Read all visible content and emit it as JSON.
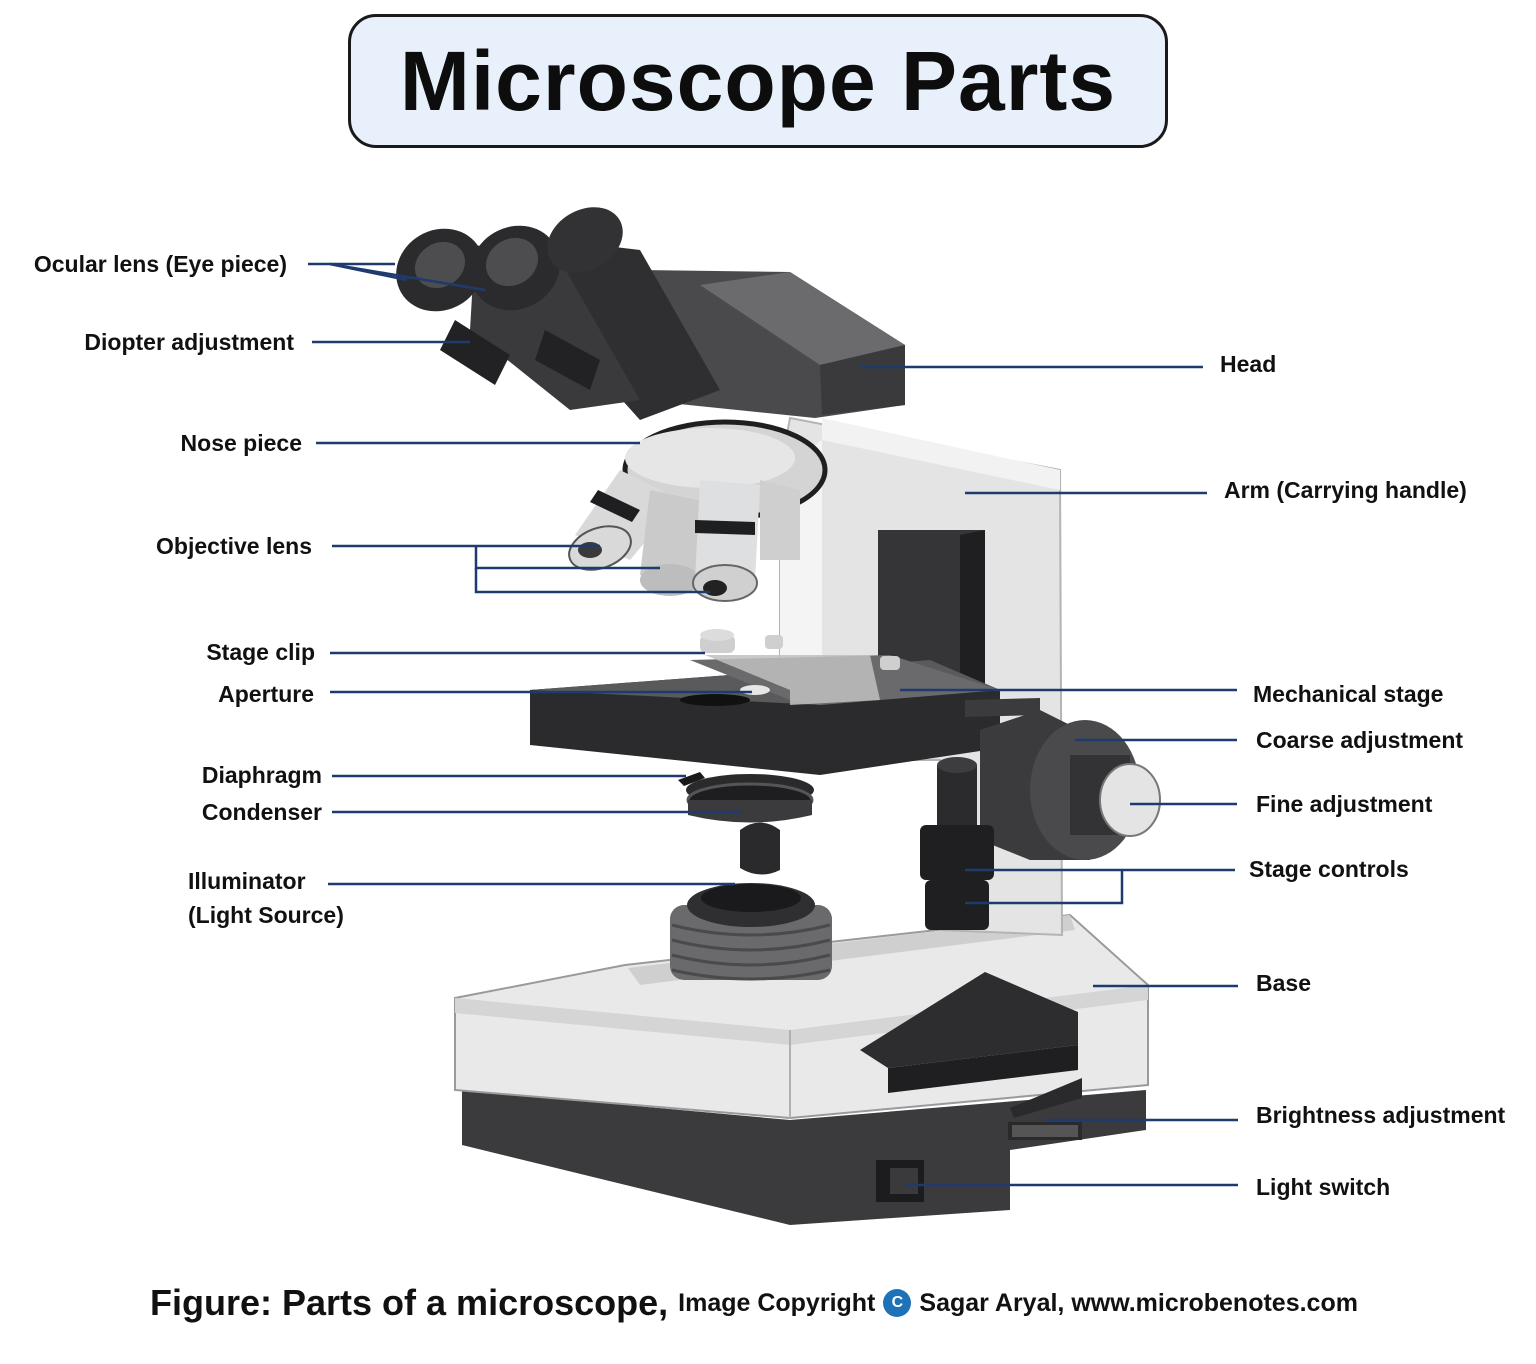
{
  "title": "Microscope Parts",
  "labels": {
    "ocular_lens": "Ocular lens (Eye piece)",
    "diopter_adjustment": "Diopter adjustment",
    "nose_piece": "Nose piece",
    "objective_lens": "Objective lens",
    "stage_clip": "Stage clip",
    "aperture": "Aperture",
    "diaphragm": "Diaphragm",
    "condenser": "Condenser",
    "illuminator_line1": "Illuminator",
    "illuminator_line2": "(Light Source)",
    "head": "Head",
    "arm": "Arm (Carrying handle)",
    "mechanical_stage": "Mechanical stage",
    "coarse_adjustment": "Coarse adjustment",
    "fine_adjustment": "Fine adjustment",
    "stage_controls": "Stage controls",
    "base": "Base",
    "brightness_adjustment": "Brightness adjustment",
    "light_switch": "Light switch"
  },
  "caption": {
    "main": "Figure: Parts of a microscope,",
    "sub": "Image Copyright",
    "icon_letter": "C",
    "author": "Sagar Aryal, www.microbenotes.com"
  },
  "colors": {
    "leader_line": "#1f3b6e",
    "title_bg": "#e8f1fb",
    "copyright_icon": "#1e72b8"
  }
}
